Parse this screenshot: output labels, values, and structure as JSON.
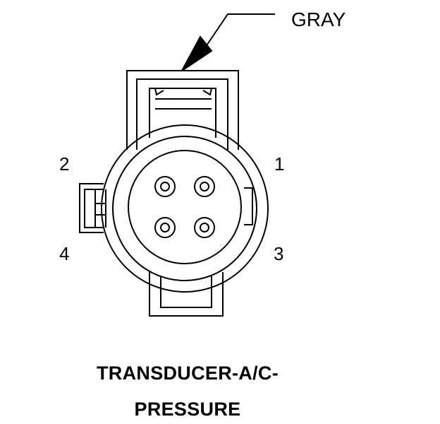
{
  "connector": {
    "wire_color": "GRAY",
    "pins": [
      "1",
      "2",
      "3",
      "4"
    ],
    "title_line_1": "TRANSDUCER-A/C-",
    "title_line_2": "PRESSURE"
  },
  "colors": {
    "stroke": "#000000",
    "background": "#ffffff"
  }
}
